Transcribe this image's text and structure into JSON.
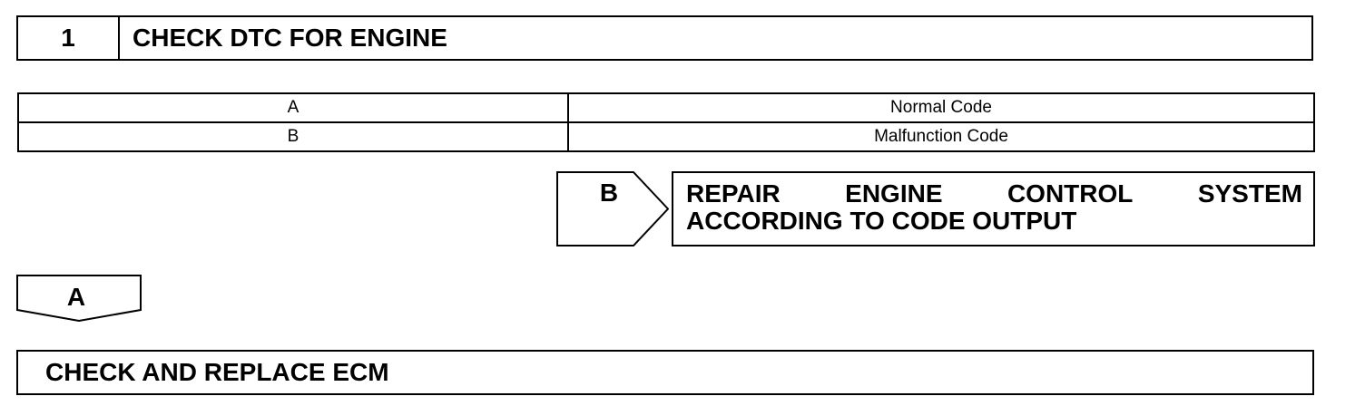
{
  "step": {
    "number": "1",
    "title": "CHECK DTC FOR ENGINE"
  },
  "results": [
    {
      "result": "A",
      "condition": "Normal Code"
    },
    {
      "result": "B",
      "condition": "Malfunction Code"
    }
  ],
  "branch_b": {
    "label": "B",
    "action_line1_words": [
      "REPAIR",
      "ENGINE",
      "CONTROL",
      "SYSTEM"
    ],
    "action_line2": "ACCORDING TO CODE OUTPUT"
  },
  "branch_a": {
    "label": "A"
  },
  "next_step": {
    "title": "CHECK AND REPLACE ECM"
  }
}
